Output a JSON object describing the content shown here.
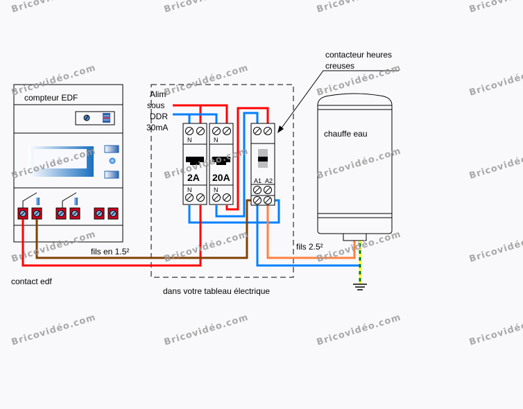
{
  "watermark": "Bricovidéo.com",
  "colors": {
    "phase": "#ff0000",
    "neutral": "#0080ff",
    "pilot": "#804000",
    "load": "#ff8040",
    "earth_green": "#008000",
    "earth_yellow": "#ffff00",
    "terminal_red": "#d0001c"
  },
  "meter": {
    "title": "compteur  EDF",
    "contact_label": "contact edf"
  },
  "panel": {
    "supply_label_lines": [
      "Alim",
      "sous",
      "DDR",
      "30mA"
    ],
    "caption": "dans votre tableau électrique",
    "breakers": [
      {
        "rating": "2A",
        "neutral_top": "N",
        "neutral_bottom": "N"
      },
      {
        "rating": "20A",
        "neutral_top": "N",
        "neutral_bottom": "N"
      }
    ],
    "contactor": {
      "coil_labels": [
        "A1",
        "A2"
      ]
    }
  },
  "annotations": {
    "contactor_callout": [
      "contacteur heures",
      "creuses"
    ],
    "wire_small": "fils en 1.5²",
    "wire_large": "fils 2.5²"
  },
  "water_heater": {
    "label": "chauffe eau"
  }
}
